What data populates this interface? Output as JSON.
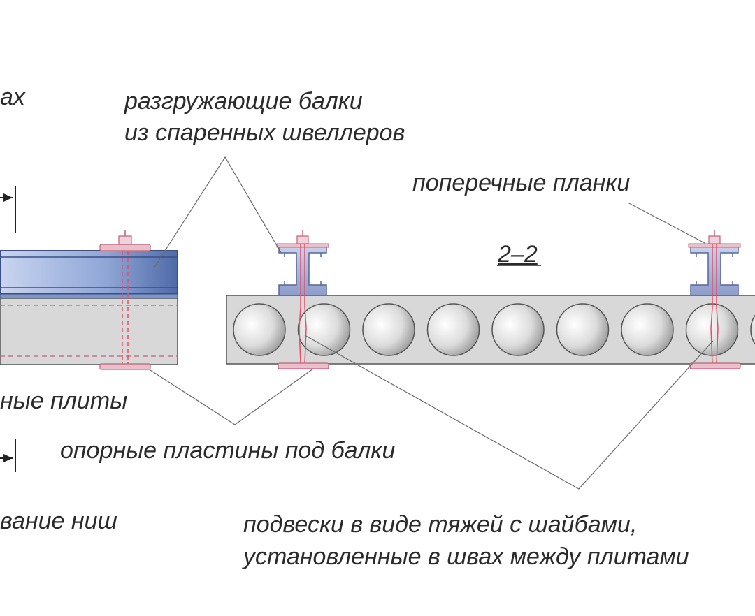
{
  "labels": {
    "partial_top_left": "ах",
    "unloading_beams_line1": "разгружающие балки",
    "unloading_beams_line2": "из спаренных швеллеров",
    "cross_strips": "поперечные планки",
    "section_mark": "2–2",
    "slabs_partial": "ные плиты",
    "support_plates": "опорные пластины под балки",
    "niches_partial": "вание ниш",
    "hangers_line1": "подвески в виде тяжей с шайбами,",
    "hangers_line2": "установленные в швах между плитами"
  },
  "colors": {
    "beam_blue": "#8fa6d6",
    "beam_blue_dark": "#4f6aa8",
    "channel_fill": "#a7b4dc",
    "slab_fill": "#d8d8d8",
    "slab_outline": "#555555",
    "hanger_red": "#e0506a",
    "plate_pink": "#e8c0cc",
    "leader_gray": "#6a6a6a",
    "text": "#2b2b2b"
  },
  "section_right": {
    "hollow_core_count": 9
  }
}
